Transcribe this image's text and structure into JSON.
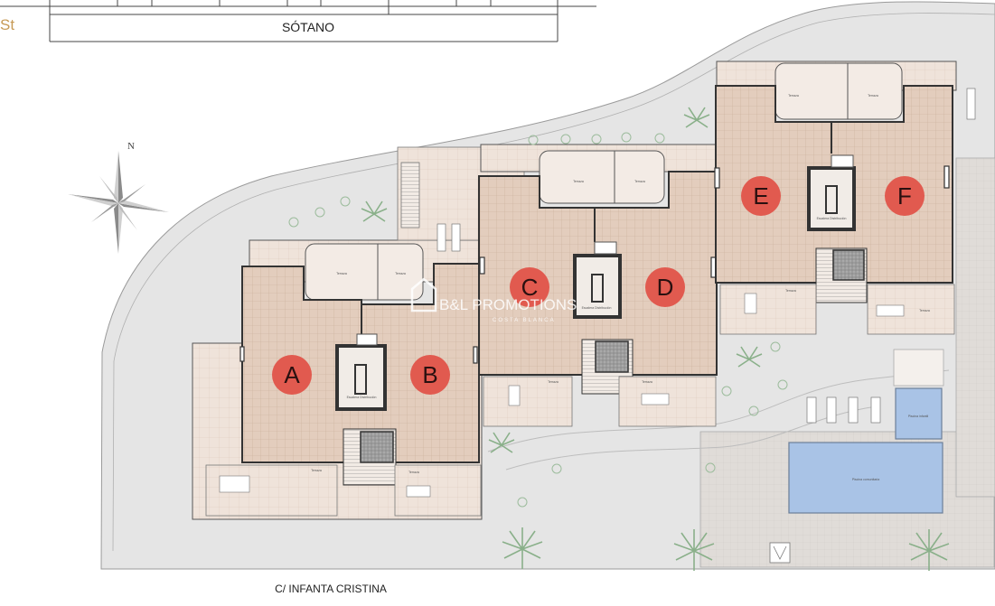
{
  "header": {
    "level_label": "SÓTANO",
    "corner_mark": "St"
  },
  "street_label": "C/ INFANTA CRISTINA",
  "compass": {
    "north_label": "N"
  },
  "watermark": {
    "text": "B&L PROMOTIONS",
    "subtext": "COSTA BLANCA"
  },
  "units": [
    {
      "id": "A",
      "label": "A"
    },
    {
      "id": "B",
      "label": "B"
    },
    {
      "id": "C",
      "label": "C"
    },
    {
      "id": "D",
      "label": "D"
    },
    {
      "id": "E",
      "label": "E"
    },
    {
      "id": "F",
      "label": "F"
    }
  ],
  "room_notes": {
    "terraza": "Terraza",
    "escalera": "Escalera Distribución",
    "piscina": "Piscina comunitaria",
    "piscina_infantil": "Piscina infantil"
  },
  "colors": {
    "unit_marker": "#e15a4f",
    "floor_tile": "#e3cdbd",
    "terrace": "#efe3da",
    "garden": "#e6e6e6",
    "pool": "#a9c3e6",
    "wall": "#333333"
  }
}
